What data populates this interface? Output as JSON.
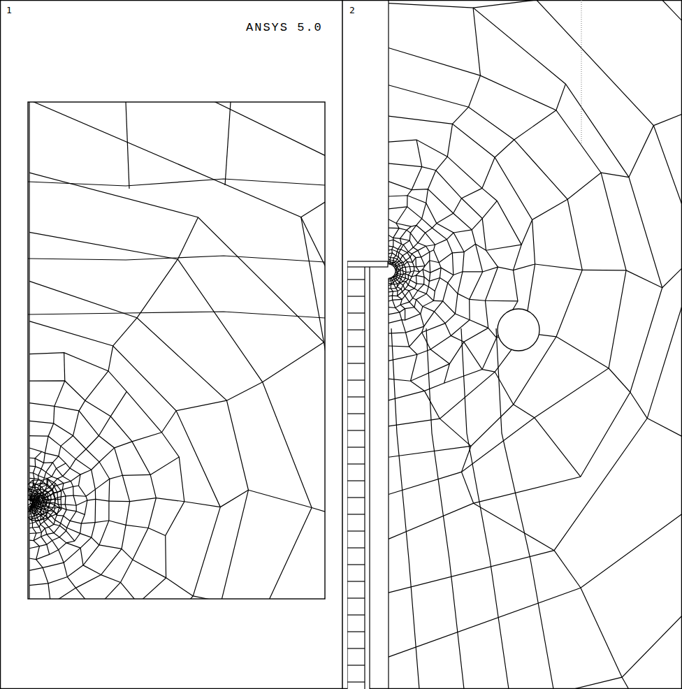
{
  "diagram": {
    "labels": [
      "1",
      "ANSYS 5.0",
      "2"
    ]
  }
}
